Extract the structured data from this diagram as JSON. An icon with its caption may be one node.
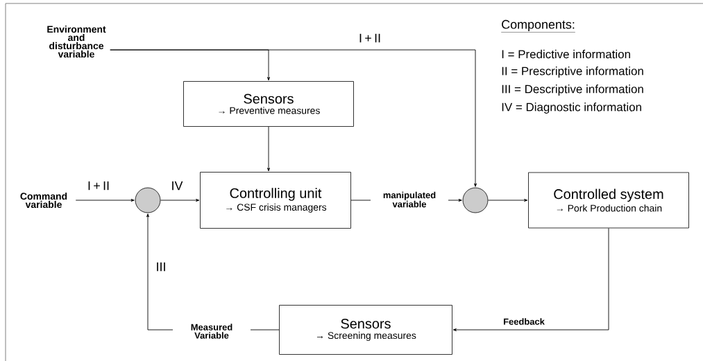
{
  "diagram": {
    "nodes": [
      {
        "text": [
          "Environment and disturbance variable"
        ]
      },
      {
        "text": [
          "Sensors",
          "→ Preventive measures"
        ]
      },
      {
        "text": [
          "Command variable"
        ]
      },
      {
        "text": [],
        "shape": "circle"
      },
      {
        "text": [
          "Controlling unit",
          "→ CSF crisis managers"
        ]
      },
      {
        "text": [],
        "shape": "circle"
      },
      {
        "text": [
          "Controlled system",
          "→ Pork Production chain"
        ]
      },
      {
        "text": [
          "Sensors",
          "→ Screening measures"
        ]
      }
    ],
    "edges": [
      {
        "from": 0,
        "to": 1,
        "arrow": "to"
      },
      {
        "from": 0,
        "to": 5,
        "arrow": "to",
        "label": "I + II"
      },
      {
        "from": 1,
        "to": 4,
        "arrow": "to"
      },
      {
        "from": 2,
        "to": 3,
        "arrow": "to",
        "label": "I + II"
      },
      {
        "from": 3,
        "to": 4,
        "arrow": "to",
        "label": "IV"
      },
      {
        "from": 4,
        "to": 5,
        "arrow": "to",
        "label": "manipulated variable"
      },
      {
        "from": 5,
        "to": 6,
        "arrow": "to"
      },
      {
        "from": 6,
        "to": 7,
        "arrow": "to",
        "label": "Feedback"
      },
      {
        "from": 7,
        "to": 3,
        "arrow": "to",
        "label": "Measured Variable"
      }
    ],
    "labels": [
      "III",
      "Components:",
      "I = Predictive information",
      "II = Prescriptive information",
      "III = Descriptive information",
      "IV = Diagnostic information"
    ]
  }
}
